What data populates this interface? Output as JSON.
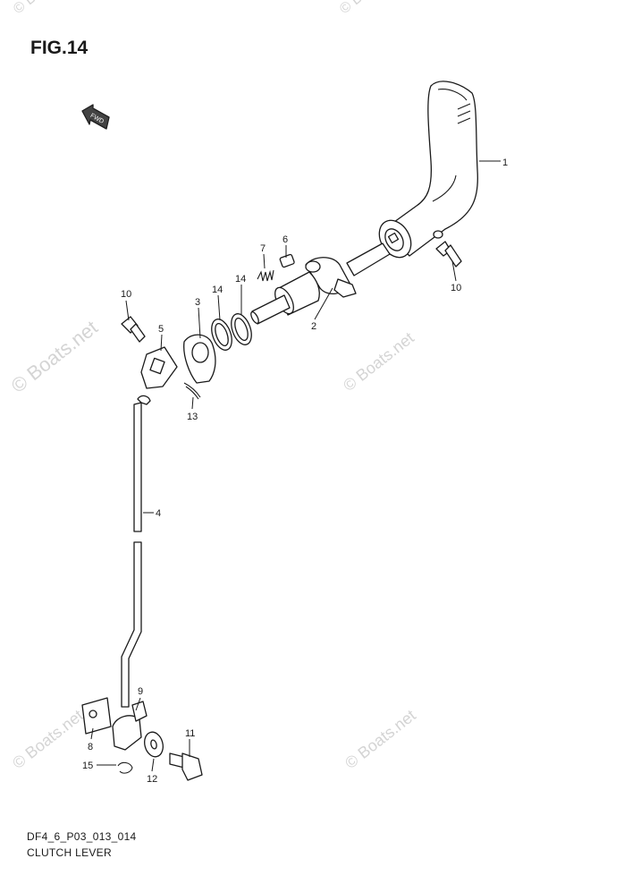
{
  "figure": {
    "title": "FIG.14"
  },
  "footer": {
    "code": "DF4_6_P03_013_014",
    "name": "CLUTCH LEVER"
  },
  "direction_arrow": {
    "label": "FWD"
  },
  "watermark": {
    "text": "© Boats.net"
  },
  "callouts": [
    {
      "id": "c1",
      "label": "1"
    },
    {
      "id": "c2",
      "label": "2"
    },
    {
      "id": "c3",
      "label": "3"
    },
    {
      "id": "c4",
      "label": "4"
    },
    {
      "id": "c5",
      "label": "5"
    },
    {
      "id": "c6",
      "label": "6"
    },
    {
      "id": "c7",
      "label": "7"
    },
    {
      "id": "c8",
      "label": "8"
    },
    {
      "id": "c9",
      "label": "9"
    },
    {
      "id": "c10a",
      "label": "10"
    },
    {
      "id": "c10b",
      "label": "10"
    },
    {
      "id": "c11",
      "label": "11"
    },
    {
      "id": "c12",
      "label": "12"
    },
    {
      "id": "c13",
      "label": "13"
    },
    {
      "id": "c14a",
      "label": "14"
    },
    {
      "id": "c14b",
      "label": "14"
    },
    {
      "id": "c15",
      "label": "15"
    }
  ],
  "colors": {
    "line": "#1a1a1a",
    "watermark": "#d4d4d4",
    "background": "#ffffff"
  }
}
